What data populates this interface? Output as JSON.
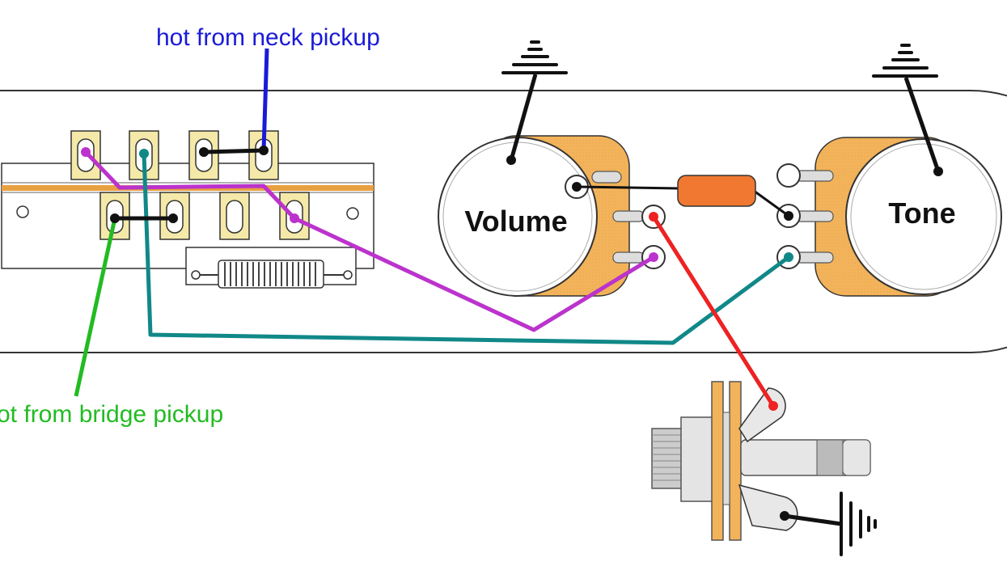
{
  "labels": {
    "neck": "hot from neck pickup",
    "bridge": "ot from bridge pickup",
    "volume": "Volume",
    "tone": "Tone"
  },
  "wire_colors": {
    "neck_hot": "#1a1ad8",
    "bridge_hot": "#22bb22",
    "purple": "#bb33cc",
    "teal": "#118888",
    "red": "#ee2222",
    "black": "#111111"
  },
  "component_colors": {
    "pot_body": "#f2b35a",
    "capacitor": "#f07830",
    "lug_brass": "#f4e9a8",
    "plate_stripe": "#e8a040"
  }
}
